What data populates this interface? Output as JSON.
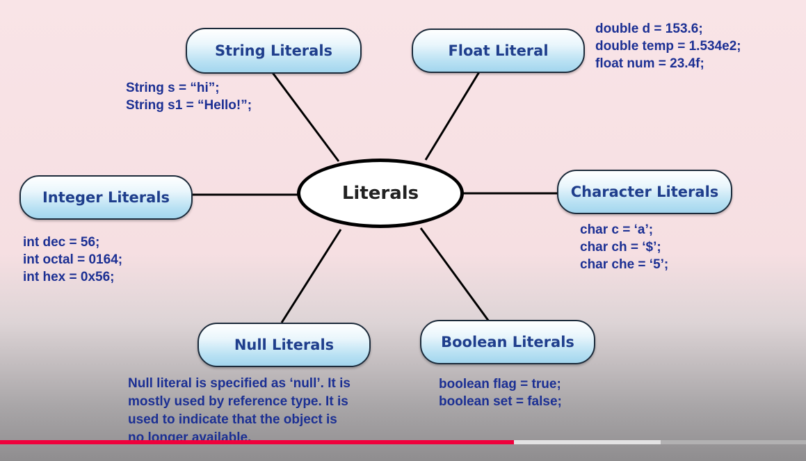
{
  "center": {
    "label": "Literals"
  },
  "nodes": {
    "string": {
      "label": "String Literals",
      "lines": [
        "String s = “hi”;",
        "String s1 = “Hello!”;"
      ]
    },
    "float": {
      "label": "Float Literal",
      "lines": [
        "double d = 153.6;",
        "double temp = 1.534e2;",
        "float num = 23.4f;"
      ]
    },
    "integer": {
      "label": "Integer Literals",
      "lines": [
        "int dec = 56;",
        "int octal = 0164;",
        "int hex = 0x56;"
      ]
    },
    "character": {
      "label": "Character Literals",
      "lines": [
        "char c = ‘a’;",
        "char ch = ‘$’;",
        "char che = ‘5’;"
      ]
    },
    "null": {
      "label": "Null Literals",
      "description": "Null literal is specified as ‘null’. It is\nmostly used by reference type. It is\nused to indicate that the object is\nno longer available."
    },
    "boolean": {
      "label": "Boolean Literals",
      "lines": [
        "boolean flag = true;",
        "boolean set = false;"
      ]
    }
  },
  "colors": {
    "pill_text": "#1f3e8c",
    "code_text": "#1b2f93",
    "progress_played": "#f0003c"
  },
  "video_progress": {
    "played_fraction": 0.638,
    "buffered_fraction": 0.82
  }
}
